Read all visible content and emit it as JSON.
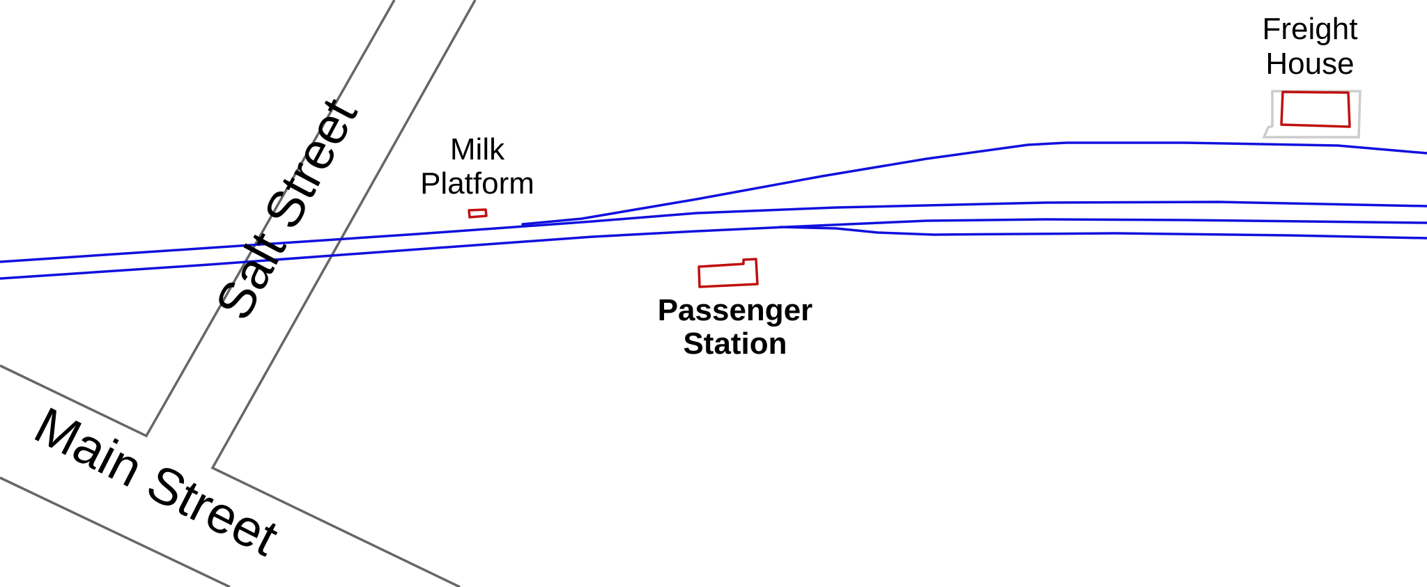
{
  "map": {
    "streets": {
      "salt": {
        "label": "Salt Street"
      },
      "main": {
        "label": "Main Street"
      }
    },
    "places": {
      "milk_platform": {
        "line1": "Milk",
        "line2": "Platform"
      },
      "passenger_station": {
        "line1": "Passenger",
        "line2": "Station"
      },
      "freight_house": {
        "line1": "Freight",
        "line2": "House"
      }
    }
  },
  "colors": {
    "track": "#1010dd",
    "building": "#c01010",
    "street_edge": "#666666",
    "background": "#ffffff"
  }
}
